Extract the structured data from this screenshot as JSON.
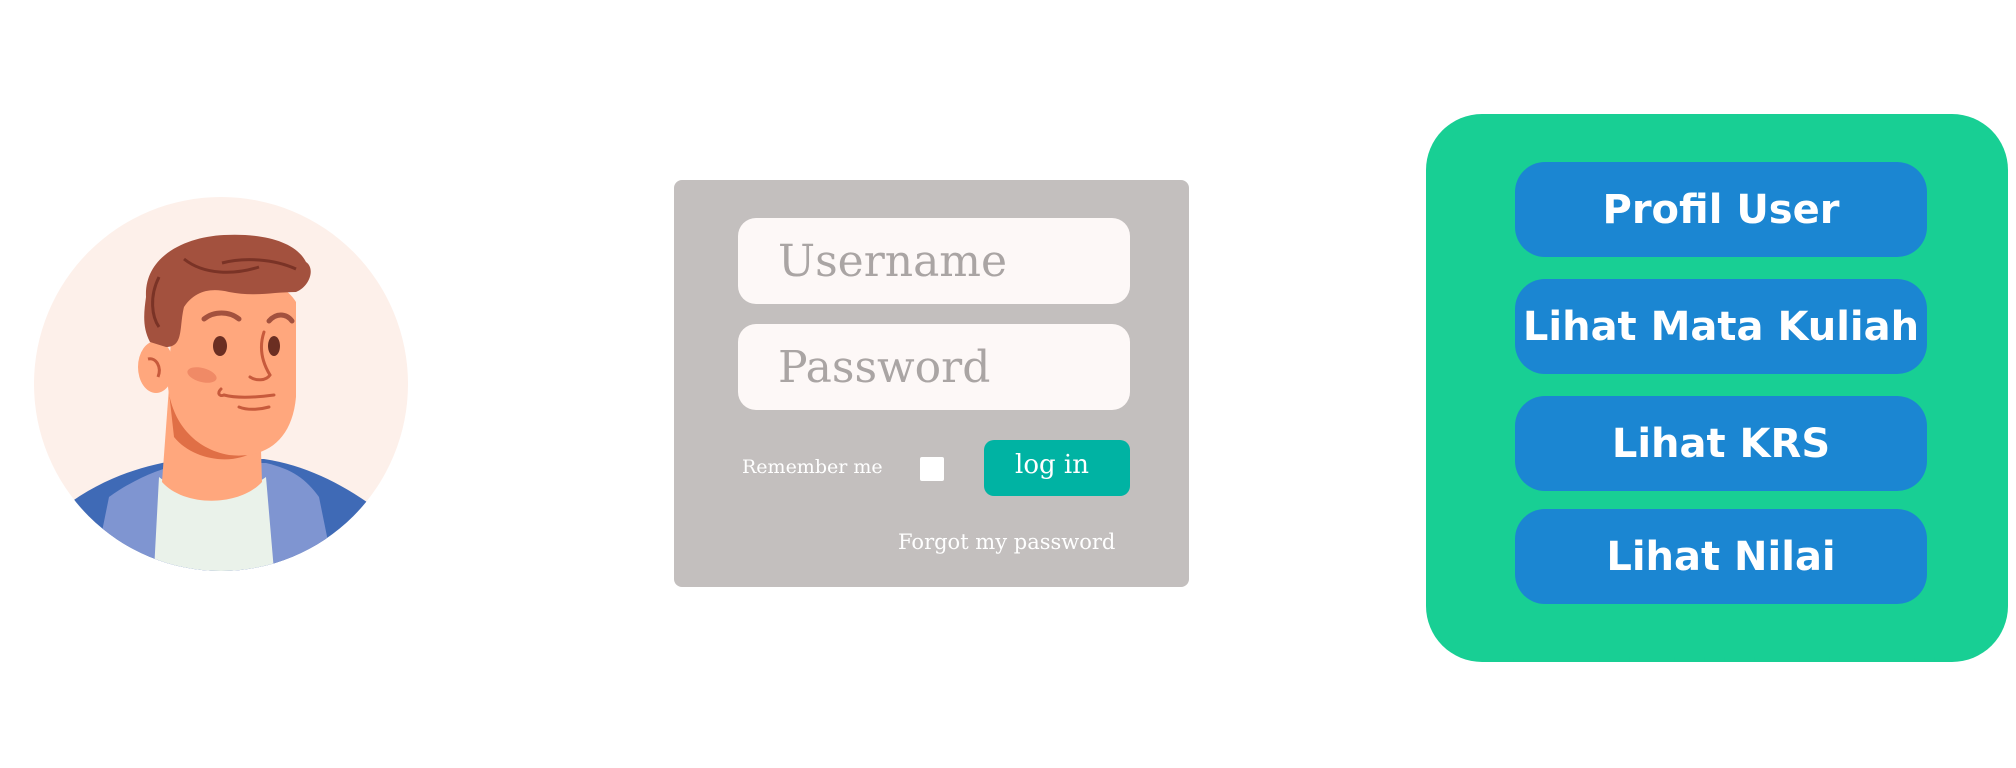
{
  "avatar": {
    "icon": "male-user-avatar",
    "colors": {
      "background": "#fdf0ea",
      "skin": "#ffa77d",
      "hair": "#a3513e",
      "jacket": "#7f95d1",
      "jacket_dark": "#3f6ab6",
      "shirt": "#eaf2ea"
    }
  },
  "login": {
    "username_placeholder": "Username",
    "password_placeholder": "Password",
    "remember_label": "Remember me",
    "remember_checked": false,
    "login_label": "log in",
    "forgot_label": "Forgot my password",
    "colors": {
      "panel": "#c3bfbe",
      "field": "#fdf8f7",
      "login_button": "#00b3a3"
    }
  },
  "menu": {
    "items": [
      {
        "label": "Profil User"
      },
      {
        "label": "Lihat Mata Kuliah"
      },
      {
        "label": "Lihat KRS"
      },
      {
        "label": "Lihat Nilai"
      }
    ],
    "colors": {
      "panel": "#18cf94",
      "button": "#1b86d2"
    }
  }
}
